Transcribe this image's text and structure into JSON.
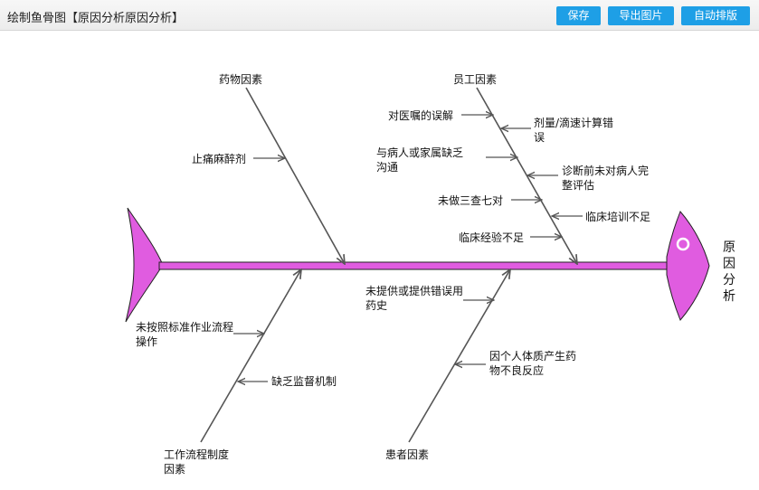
{
  "header": {
    "title": "绘制鱼骨图【原因分析原因分析】",
    "buttons": {
      "save": "保存",
      "export": "导出图片",
      "auto_layout": "自动排版"
    }
  },
  "diagram": {
    "fish_color": "#e05ce0",
    "head_label": "原因分析",
    "categories": {
      "drug": "药物因素",
      "staff": "员工因素",
      "process": "工作流程制度因素",
      "patient": "患者因素"
    },
    "causes": {
      "drug_1": "止痛麻醉剂",
      "staff_1": "对医嘱的误解",
      "staff_2": "剂量/滴速计算错误",
      "staff_3": "与病人或家属缺乏沟通",
      "staff_4": "诊断前未对病人完整评估",
      "staff_5": "未做三查七对",
      "staff_6": "临床培训不足",
      "staff_7": "临床经验不足",
      "process_1": "未按照标准作业流程操作",
      "process_2": "缺乏监督机制",
      "patient_1": "未提供或提供错误用药史",
      "patient_2": "因个人体质产生药物不良反应"
    }
  }
}
